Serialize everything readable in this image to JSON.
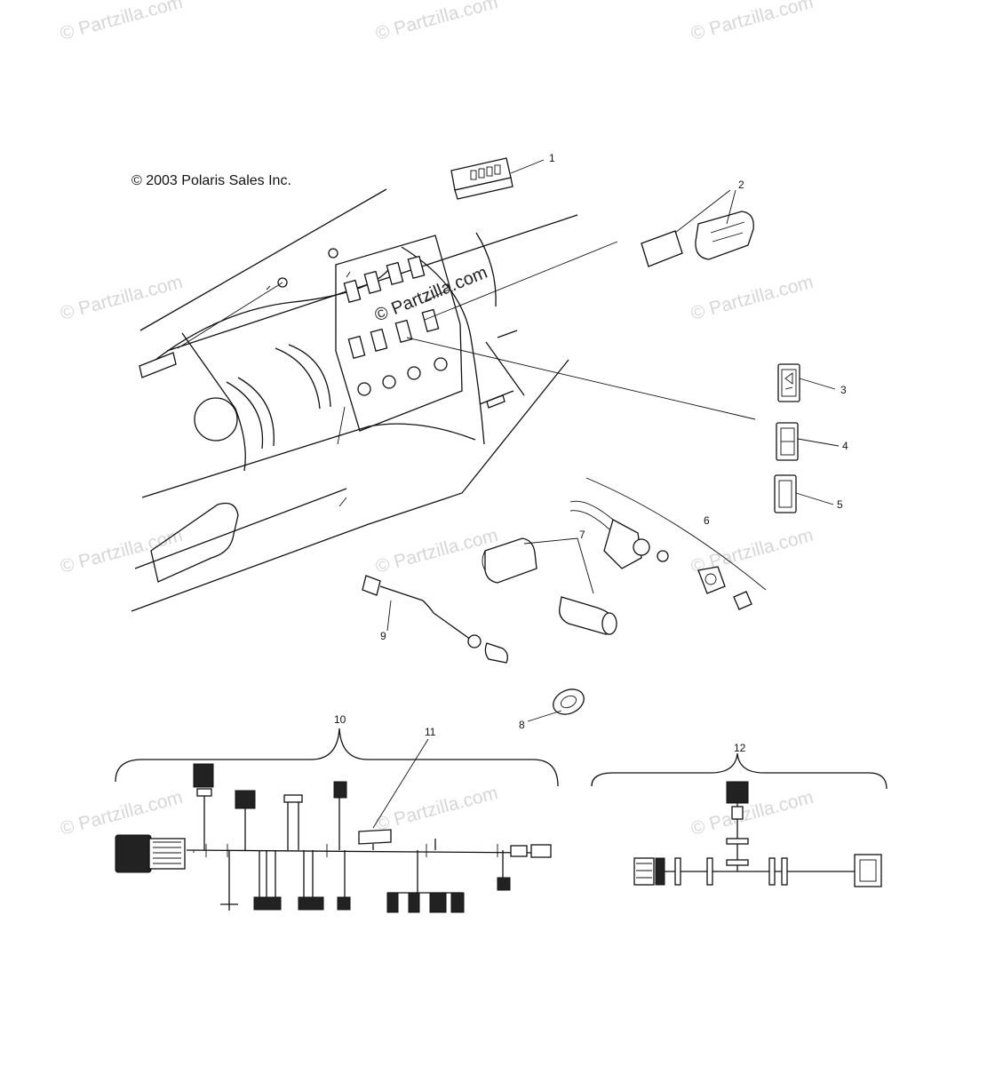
{
  "copyright": "© 2003 Polaris Sales Inc.",
  "watermark": "© Partzilla.com",
  "center_watermark": "© Partzilla.com",
  "callouts": [
    "1",
    "2",
    "3",
    "4",
    "5",
    "6",
    "7",
    "8",
    "9",
    "10",
    "11",
    "12"
  ]
}
